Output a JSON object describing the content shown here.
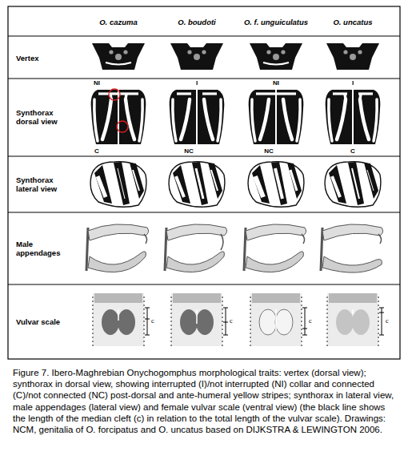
{
  "diagram": {
    "caption": "Figure 7. Ibero-Maghrebian Onychogomphus morphological traits: vertex (dorsal view); synthorax in dorsal view, showing interrupted (I)/not interrupted (NI) collar and connected (C)/not connected (NC) post-dorsal and ante-humeral yellow stripes; synthorax in lateral view, male appendages (lateral view) and female vulvar scale (ventral view) (the black line shows the length of the median cleft (c) in relation to the total length of the vulvar scale). Drawings: NCM, genitalia of O. forcipatus and O. uncatus based on DIJKSTRA & LEWINGTON 2006.",
    "labels": [
      "O. cazuma",
      "O. boudoti",
      "O. f. unguiculatus",
      "O. uncatus",
      "Vertex",
      "Synthorax dorsal view",
      "NI",
      "C",
      "I",
      "NC",
      "NI",
      "NC",
      "I",
      "C",
      "Synthorax lateral view",
      "Male appendages",
      "Vulvar scale",
      "c",
      "c",
      "c",
      "c"
    ]
  }
}
